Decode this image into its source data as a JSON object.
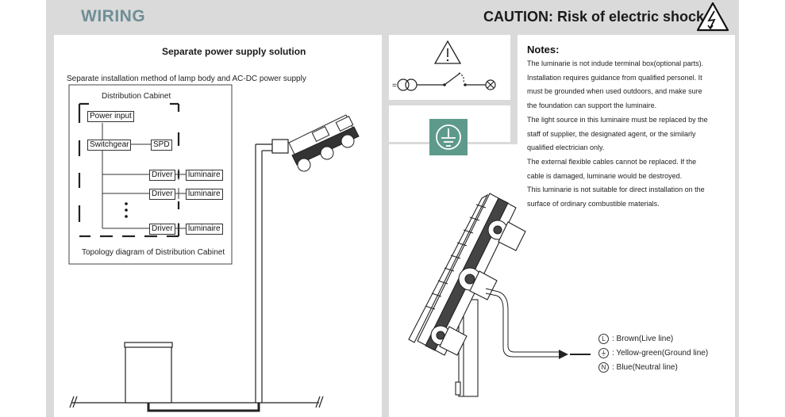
{
  "header": {
    "wiring_title": "WIRING",
    "caution_title": "CAUTION: Risk of electric shock"
  },
  "left_panel": {
    "heading": "Separate power supply solution",
    "subheading": "Separate installation method of lamp body and AC-DC power supply",
    "cabinet_label": "Distribution Cabinet",
    "topology_caption": "Topology diagram of Distribution Cabinet",
    "boxes": {
      "power_input": "Power input",
      "switchgear": "Switchgear",
      "spd": "SPD",
      "driver": "Driver",
      "luminaire": "luminaire"
    }
  },
  "symbols": {
    "warning_icon": "warning-triangle-icon",
    "ground_icon": "protective-earth-icon",
    "circuit_prefix": "="
  },
  "notes": {
    "title": "Notes:",
    "lines": [
      "The luminarie is not indude terminal box(optional parts).",
      "Installation requires guidance from qualified personel. It",
      "must be grounded when used outdoors, and make sure",
      "the foundation can support the luminaire.",
      "The light source in this luminaire must be replaced by the",
      "staff of supplier, the designated agent, or the similarly",
      "qualified electrician only.",
      "The external flexible cables cannot be replaced. If the",
      "cable is damaged, luminarie would be destroyed.",
      "This luminarie is not suitable for direct installation on the",
      "surface of ordinary combustible materials."
    ]
  },
  "legend": [
    {
      "symbol": "L",
      "text": ": Brown(Live line)"
    },
    {
      "symbol": "⏚",
      "text": ": Yellow-green(Ground line)"
    },
    {
      "symbol": "N",
      "text": ": Blue(Neutral line)"
    }
  ],
  "colors": {
    "band": "#dadada",
    "wiring_title": "#6f8e95",
    "ground_symbol_bg": "#5e9a8c"
  }
}
